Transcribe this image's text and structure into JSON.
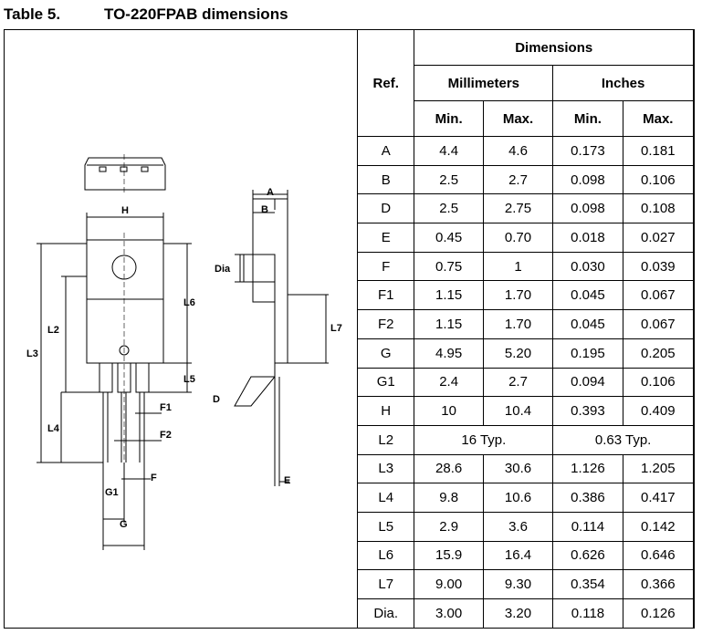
{
  "caption": {
    "number": "Table 5.",
    "title": "TO-220FPAB dimensions"
  },
  "drawing_labels": {
    "H": "H",
    "L2": "L2",
    "L3": "L3",
    "L4": "L4",
    "L5": "L5",
    "L6": "L6",
    "L7": "L7",
    "F": "F",
    "F1": "F1",
    "F2": "F2",
    "G": "G",
    "G1": "G1",
    "A": "A",
    "B": "B",
    "D": "D",
    "E": "E",
    "Dia": "Dia"
  },
  "table": {
    "ref_header": "Ref.",
    "dimensions_header": "Dimensions",
    "mm_header": "Millimeters",
    "in_header": "Inches",
    "min_label": "Min.",
    "max_label": "Max.",
    "rows": [
      {
        "ref": "A",
        "mm_min": "4.4",
        "mm_max": "4.6",
        "in_min": "0.173",
        "in_max": "0.181"
      },
      {
        "ref": "B",
        "mm_min": "2.5",
        "mm_max": "2.7",
        "in_min": "0.098",
        "in_max": "0.106"
      },
      {
        "ref": "D",
        "mm_min": "2.5",
        "mm_max": "2.75",
        "in_min": "0.098",
        "in_max": "0.108"
      },
      {
        "ref": "E",
        "mm_min": "0.45",
        "mm_max": "0.70",
        "in_min": "0.018",
        "in_max": "0.027"
      },
      {
        "ref": "F",
        "mm_min": "0.75",
        "mm_max": "1",
        "in_min": "0.030",
        "in_max": "0.039"
      },
      {
        "ref": "F1",
        "mm_min": "1.15",
        "mm_max": "1.70",
        "in_min": "0.045",
        "in_max": "0.067"
      },
      {
        "ref": "F2",
        "mm_min": "1.15",
        "mm_max": "1.70",
        "in_min": "0.045",
        "in_max": "0.067"
      },
      {
        "ref": "G",
        "mm_min": "4.95",
        "mm_max": "5.20",
        "in_min": "0.195",
        "in_max": "0.205"
      },
      {
        "ref": "G1",
        "mm_min": "2.4",
        "mm_max": "2.7",
        "in_min": "0.094",
        "in_max": "0.106"
      },
      {
        "ref": "H",
        "mm_min": "10",
        "mm_max": "10.4",
        "in_min": "0.393",
        "in_max": "0.409"
      },
      {
        "ref": "L2",
        "mm_typ": "16 Typ.",
        "in_typ": "0.63 Typ."
      },
      {
        "ref": "L3",
        "mm_min": "28.6",
        "mm_max": "30.6",
        "in_min": "1.126",
        "in_max": "1.205"
      },
      {
        "ref": "L4",
        "mm_min": "9.8",
        "mm_max": "10.6",
        "in_min": "0.386",
        "in_max": "0.417"
      },
      {
        "ref": "L5",
        "mm_min": "2.9",
        "mm_max": "3.6",
        "in_min": "0.114",
        "in_max": "0.142"
      },
      {
        "ref": "L6",
        "mm_min": "15.9",
        "mm_max": "16.4",
        "in_min": "0.626",
        "in_max": "0.646"
      },
      {
        "ref": "L7",
        "mm_min": "9.00",
        "mm_max": "9.30",
        "in_min": "0.354",
        "in_max": "0.366"
      },
      {
        "ref": "Dia.",
        "mm_min": "3.00",
        "mm_max": "3.20",
        "in_min": "0.118",
        "in_max": "0.126"
      }
    ]
  }
}
